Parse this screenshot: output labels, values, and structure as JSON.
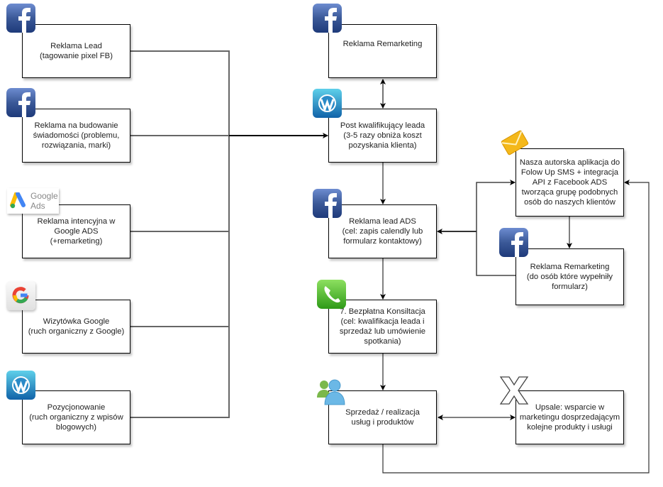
{
  "left_column": [
    {
      "id": "reklama-lead",
      "text": "Reklama Lead\n(tagowanie pixel FB)",
      "icon": "facebook-icon"
    },
    {
      "id": "reklama-swiadomosci",
      "text": "Reklama na budowanie\nświadomości (problemu,\nrozwiązania, marki)",
      "icon": "facebook-icon"
    },
    {
      "id": "reklama-google-ads",
      "text": "Reklama intencyjna w\nGoogle ADS\n(+remarketing)",
      "icon": "google-ads-icon",
      "icon_label": "Google\nAds"
    },
    {
      "id": "wizytowka-google",
      "text": "Wizytówka Google\n(ruch organiczny z Google)",
      "icon": "google-icon"
    },
    {
      "id": "pozycjonowanie",
      "text": "Pozycjonowanie\n(ruch organiczny z wpisów\nblogowych)",
      "icon": "wordpress-icon"
    }
  ],
  "center_column": [
    {
      "id": "reklama-remarketing",
      "text": "Reklama Remarketing",
      "icon": "facebook-icon"
    },
    {
      "id": "post-kwalifikujacy",
      "text": "Post kwalifikujący leada\n(3-5 razy obniża koszt\npozyskania klienta)",
      "icon": "wordpress-icon"
    },
    {
      "id": "reklama-lead-ads",
      "text": "Reklama lead ADS\n(cel: zapis calendly lub\nformularz kontaktowy)",
      "icon": "facebook-icon"
    },
    {
      "id": "bezplatna-konsultacja",
      "text": "7. Bezpłatna Konsiltacja\n(cel: kwalifikacja leada i\nsprzedaż lub umówienie\nspotkania)",
      "icon": "phone-icon"
    },
    {
      "id": "sprzedaz",
      "text": "Sprzedaż / realizacja\nusług i produktów",
      "icon": "users-icon"
    }
  ],
  "right_column": [
    {
      "id": "aplikacja-sms",
      "text": "Nasza autorska aplikacja do\nFolow Up SMS + integracja\nAPI z Facebook ADS\ntworząca grupę podobnych\nosób do naszych klientów",
      "icon": "envelope-icon"
    },
    {
      "id": "remarketing-formularz",
      "text": "Reklama Remarketing\n(do osób które wypełniły\nformularz)",
      "icon": "facebook-icon"
    },
    {
      "id": "upsale",
      "text": "Upsale: wsparcie w\nmarketingu dosprzedającym\nkolejne produkty i usługi",
      "icon": "x-icon"
    }
  ],
  "colors": {
    "facebook": "#3b5998",
    "wordpress": "#2a8ac7",
    "phone": "#4cb82a",
    "line": "#555555"
  }
}
